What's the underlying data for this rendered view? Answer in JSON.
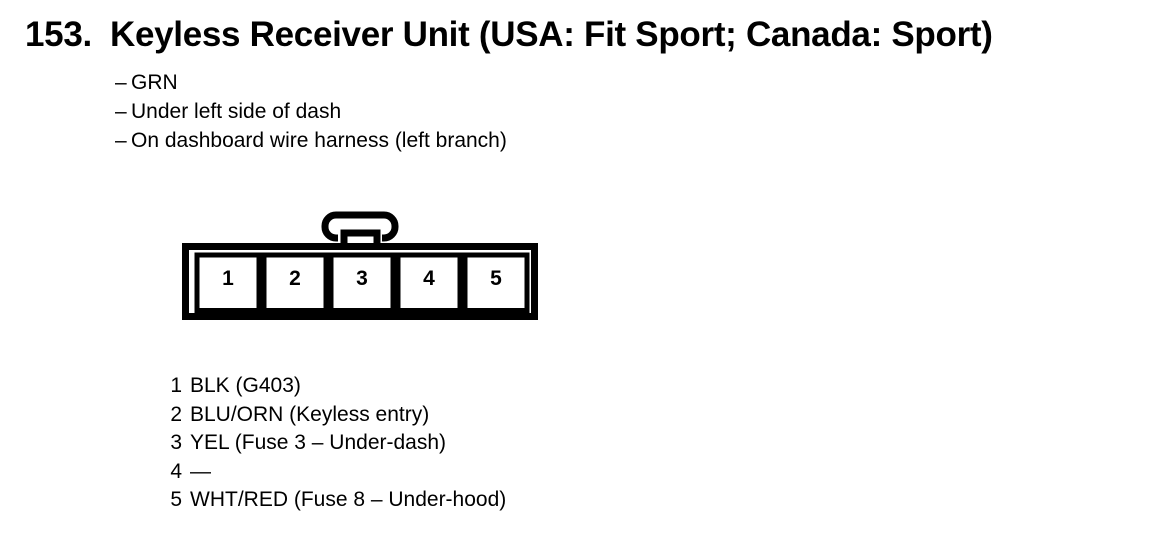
{
  "section": {
    "number": "153.",
    "title": "Keyless Receiver Unit (USA: Fit Sport; Canada: Sport)"
  },
  "details": {
    "prefix": "–",
    "items": [
      "GRN",
      "Under left side of dash",
      "On dashboard wire harness (left branch)"
    ]
  },
  "connector": {
    "cavities": [
      "1",
      "2",
      "3",
      "4",
      "5"
    ]
  },
  "pins": [
    {
      "num": "1",
      "label": "BLK (G403)"
    },
    {
      "num": "2",
      "label": "BLU/ORN (Keyless entry)"
    },
    {
      "num": "3",
      "label": "YEL (Fuse 3 – Under-dash)"
    },
    {
      "num": "4",
      "label": "—"
    },
    {
      "num": "5",
      "label": "WHT/RED (Fuse 8 – Under-hood)"
    }
  ],
  "colors": {
    "ink": "#000000",
    "paper": "#ffffff"
  }
}
